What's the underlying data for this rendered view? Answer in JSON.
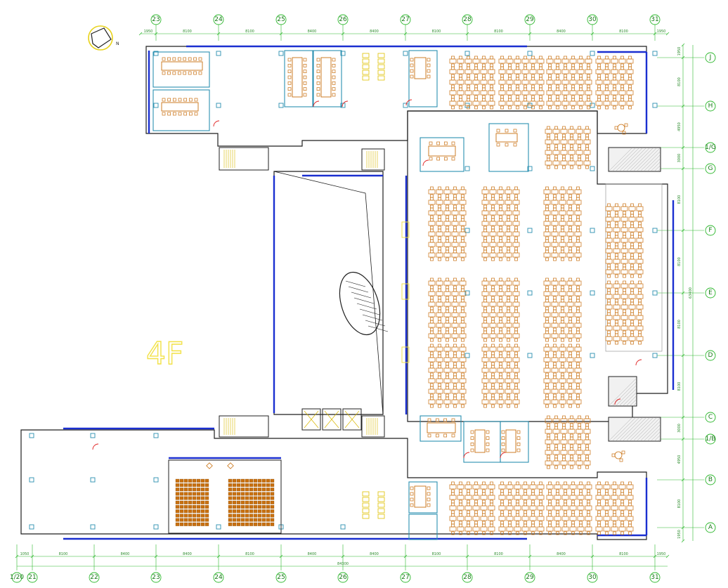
{
  "floor_label": "4F",
  "north_label": "N",
  "grid_columns": [
    "23",
    "24",
    "25",
    "26",
    "27",
    "28",
    "29",
    "30",
    "31"
  ],
  "grid_columns_bottom": [
    "1/20",
    "21",
    "22",
    "23",
    "24",
    "25",
    "26",
    "27",
    "28",
    "29",
    "30",
    "31"
  ],
  "grid_rows": [
    "J",
    "H",
    "1/G",
    "G",
    "F",
    "E",
    "D",
    "C",
    "1/B",
    "B",
    "A"
  ],
  "top_dimensions": [
    "1950",
    "8100",
    "8100",
    "8400",
    "8400",
    "8100",
    "8100",
    "8400",
    "8100",
    "1950"
  ],
  "bottom_dimensions": [
    "1050",
    "8100",
    "8400",
    "8400",
    "8100",
    "8400",
    "8400",
    "8100",
    "8100",
    "8400",
    "8100",
    "1950"
  ],
  "bottom_total": "84300",
  "right_dimensions": [
    "1950",
    "8100",
    "4950",
    "3000",
    "8100",
    "8100",
    "8100",
    "8100",
    "3000",
    "4950",
    "8100",
    "1950"
  ],
  "right_total": "63400",
  "colors": {
    "wall": "#1f1f1f",
    "window": "#1a2fd0",
    "grid": "#2db82d",
    "furniture": "#c87010",
    "partition": "#2a8fb0",
    "door": "#e02020",
    "accent": "#f2e24a"
  }
}
